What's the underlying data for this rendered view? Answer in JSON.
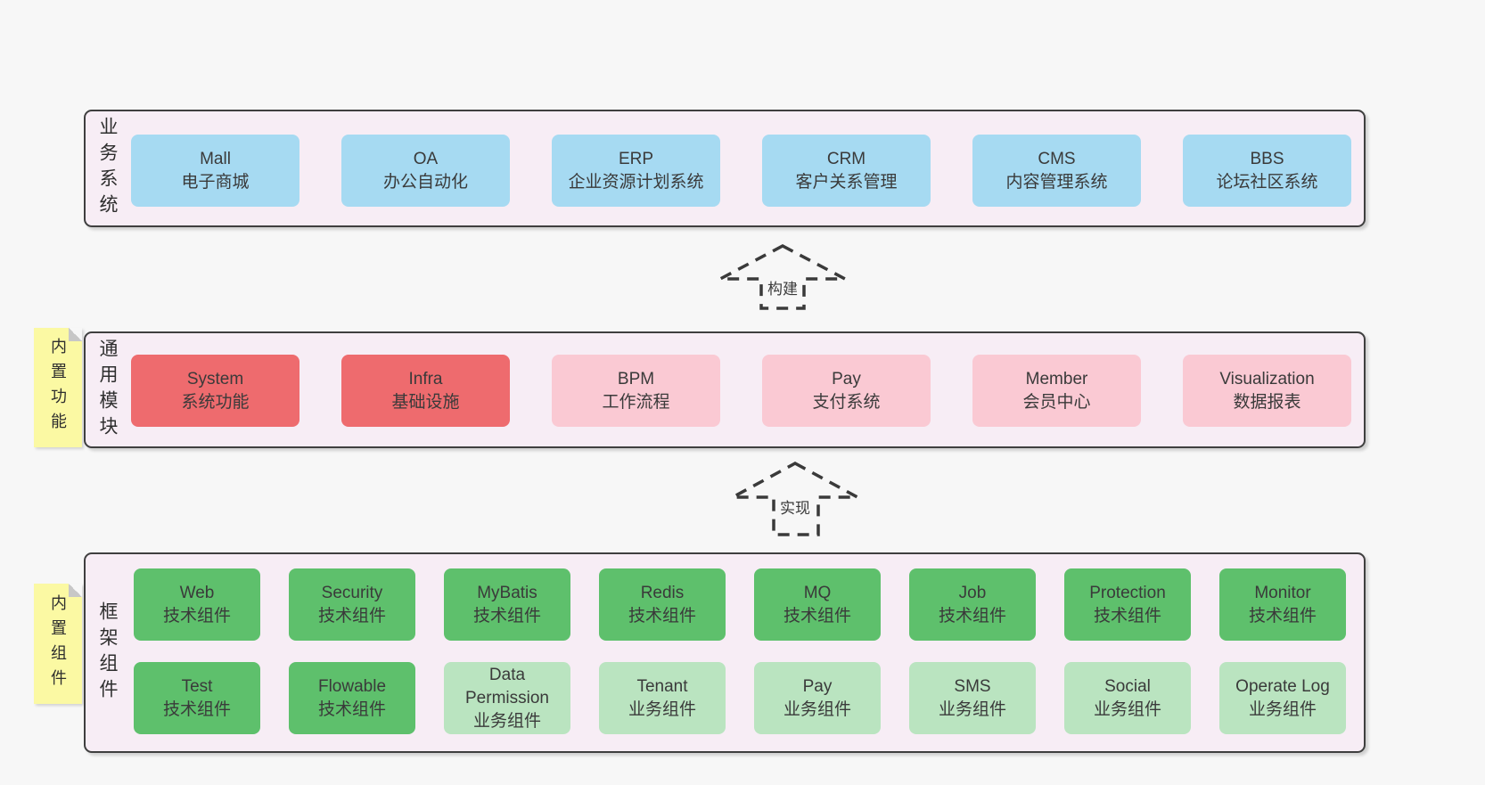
{
  "colors": {
    "bg": "#f7f7f7",
    "panel-bg": "#f7edf5",
    "panel-border": "#3f3f3f",
    "node-blue": "#a6daf2",
    "node-red": "#ee6b6e",
    "node-pink": "#fac9d3",
    "node-green": "#5ec06c",
    "node-lightgreen": "#bae4c0",
    "sticky-yellow": "#fbf9a3",
    "sticky-fold": "#c7c7c7",
    "text": "#3a3a3a",
    "arrow": "#3a3a3a"
  },
  "panels": [
    {
      "label": "业务系统",
      "items": [
        {
          "name": "Mall",
          "desc": "电子商城"
        },
        {
          "name": "OA",
          "desc": "办公自动化"
        },
        {
          "name": "ERP",
          "desc": "企业资源计划系统"
        },
        {
          "name": "CRM",
          "desc": "客户关系管理"
        },
        {
          "name": "CMS",
          "desc": "内容管理系统"
        },
        {
          "name": "BBS",
          "desc": "论坛社区系统"
        }
      ]
    },
    {
      "label": "通用模块",
      "sticky": "内置功能",
      "items": [
        {
          "name": "System",
          "desc": "系统功能"
        },
        {
          "name": "Infra",
          "desc": "基础设施"
        },
        {
          "name": "BPM",
          "desc": "工作流程"
        },
        {
          "name": "Pay",
          "desc": "支付系统"
        },
        {
          "name": "Member",
          "desc": "会员中心"
        },
        {
          "name": "Visualization",
          "desc": "数据报表"
        }
      ]
    },
    {
      "label": "框架组件",
      "sticky": "内置组件",
      "rows": [
        [
          {
            "name": "Web",
            "desc": "技术组件"
          },
          {
            "name": "Security",
            "desc": "技术组件"
          },
          {
            "name": "MyBatis",
            "desc": "技术组件"
          },
          {
            "name": "Redis",
            "desc": "技术组件"
          },
          {
            "name": "MQ",
            "desc": "技术组件"
          },
          {
            "name": "Job",
            "desc": "技术组件"
          },
          {
            "name": "Protection",
            "desc": "技术组件"
          },
          {
            "name": "Monitor",
            "desc": "技术组件"
          }
        ],
        [
          {
            "name": "Test",
            "desc": "技术组件"
          },
          {
            "name": "Flowable",
            "desc": "技术组件"
          },
          {
            "name": "Data Permission",
            "desc": "业务组件"
          },
          {
            "name": "Tenant",
            "desc": "业务组件"
          },
          {
            "name": "Pay",
            "desc": "业务组件"
          },
          {
            "name": "SMS",
            "desc": "业务组件"
          },
          {
            "name": "Social",
            "desc": "业务组件"
          },
          {
            "name": "Operate Log",
            "desc": "业务组件"
          }
        ]
      ]
    }
  ],
  "arrows": [
    {
      "label": "构建"
    },
    {
      "label": "实现"
    }
  ]
}
